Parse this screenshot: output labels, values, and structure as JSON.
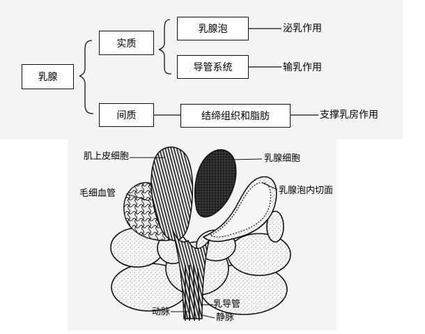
{
  "hierarchy": {
    "root": "乳腺",
    "parenchyma": "实质",
    "stroma": "间质",
    "alveolus": "乳腺泡",
    "duct_system": "导管系统",
    "connective_fat": "结缔组织和脂肪",
    "secretion": "泌乳作用",
    "conduction": "输乳作用",
    "support": "支撑乳房作用"
  },
  "illustration": {
    "myoepithelial": "肌上皮细胞",
    "capillary": "毛细血管",
    "gland_cell": "乳腺细胞",
    "alveolus_section": "乳腺泡内切面",
    "artery": "动脉",
    "lactiferous_duct": "乳导管",
    "vein": "静脉"
  }
}
